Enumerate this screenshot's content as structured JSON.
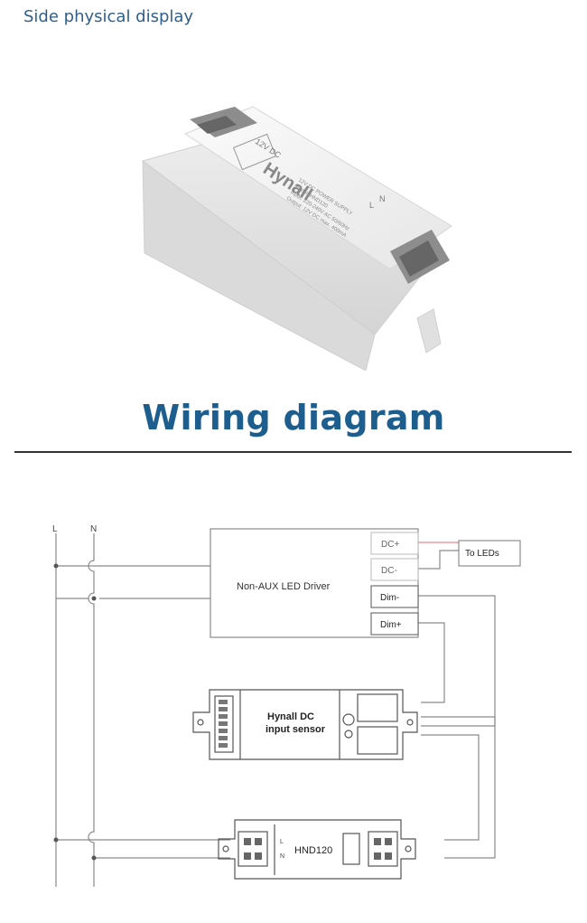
{
  "header": {
    "section_label": "Side physical display"
  },
  "product": {
    "brand": "Hynall",
    "terminal_label": "12V DC",
    "spec_lines": [
      "12V DC POWER SUPPLY",
      "Model: HND120",
      "Input: 220-240V AC 50/60Hz",
      "Output: 12V DC max. 400mA"
    ],
    "terminal_marks": [
      "L",
      "N"
    ]
  },
  "wiring": {
    "title": "Wiring diagram",
    "lines": {
      "L": "L",
      "N": "N"
    },
    "driver": {
      "label": "Non-AUX  LED  Driver",
      "terminals": [
        "DC+",
        "DC-",
        "Dim-",
        "Dim+"
      ]
    },
    "to_leds": "To LEDs",
    "sensor": {
      "line1": "Hynall DC",
      "line2": "input sensor"
    },
    "psu": {
      "label": "HND120",
      "marks": [
        "L",
        "N"
      ]
    },
    "colors": {
      "accent": "#1d5e8e",
      "line": "#8a8a8a",
      "dc_plus_wire": "#e66a6a"
    }
  }
}
